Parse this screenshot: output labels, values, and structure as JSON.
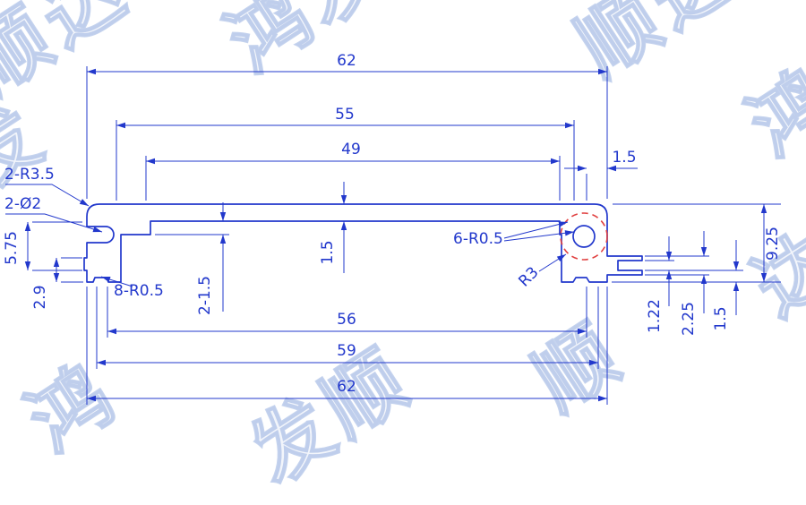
{
  "drawing": {
    "type": "technical-cross-section",
    "accent_color": "#2238cc",
    "highlight_color": "#e04040",
    "dims": {
      "overall_width_top": "62",
      "width_55": "55",
      "width_49": "49",
      "offset_top_right": "1.5",
      "corner_radius": "2-R3.5",
      "hole_diameter": "2-Ø2",
      "left_height": "5.75",
      "foot_height": "2.9",
      "notch_radius": "8-R0.5",
      "recess_depth": "2-1.5",
      "wall_thickness": "1.5",
      "fillet_radius": "6-R0.5",
      "slot_radius": "R3",
      "width_56": "56",
      "width_59": "59",
      "overall_width_bottom": "62",
      "step_1_22": "1.22",
      "step_2_25": "2.25",
      "step_1_5": "1.5",
      "overall_height": "9.25"
    },
    "watermark": {
      "glyphs": [
        "顺达",
        "鸿发",
        "顺达",
        "鸿",
        "发",
        "鸿",
        "发顺",
        "顺",
        "达"
      ]
    }
  }
}
